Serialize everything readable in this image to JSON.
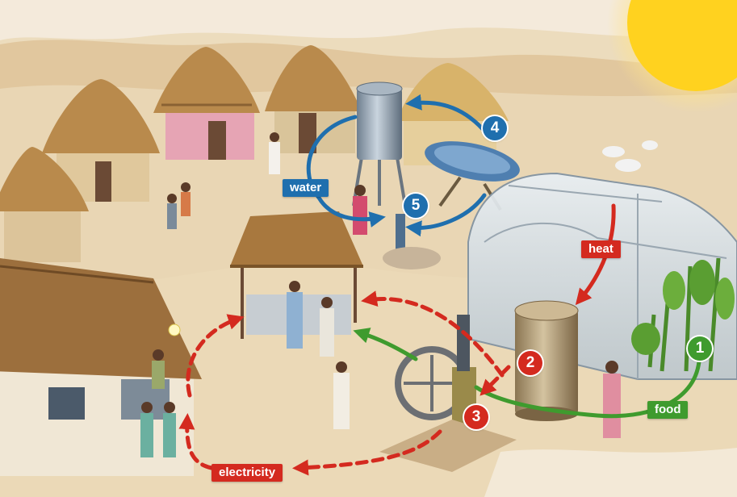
{
  "labels": {
    "water": "water",
    "heat": "heat",
    "food": "food",
    "electricity": "electricity"
  },
  "steps": [
    "1",
    "2",
    "3",
    "4",
    "5"
  ],
  "colors": {
    "water": "#1f6fae",
    "heat": "#d42a1f",
    "food": "#3f9b2e",
    "electricity": "#d42a1f",
    "sun": "#ffd21f",
    "sand": "#e9d6b4",
    "thatch": "#b98a4c"
  }
}
